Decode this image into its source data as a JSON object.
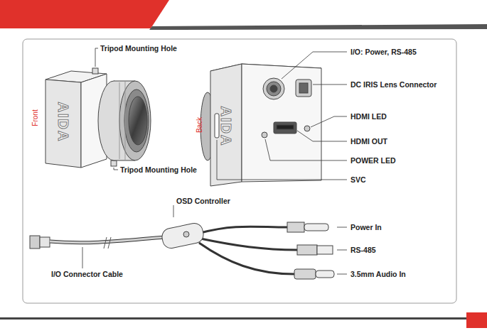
{
  "diagram": {
    "labels": [
      "Tripod Mounting Hole",
      "Front",
      "AIDA",
      "Tripod Mounting Hole",
      "Back",
      "AIDA",
      "I/O: Power, RS-485",
      "DC IRIS Lens Connector",
      "HDMI LED",
      "HDMI OUT",
      "POWER LED",
      "SVC",
      "OSD Controller",
      "Power In",
      "RS-485",
      "3.5mm Audio In",
      "I/O Connector Cable"
    ]
  }
}
